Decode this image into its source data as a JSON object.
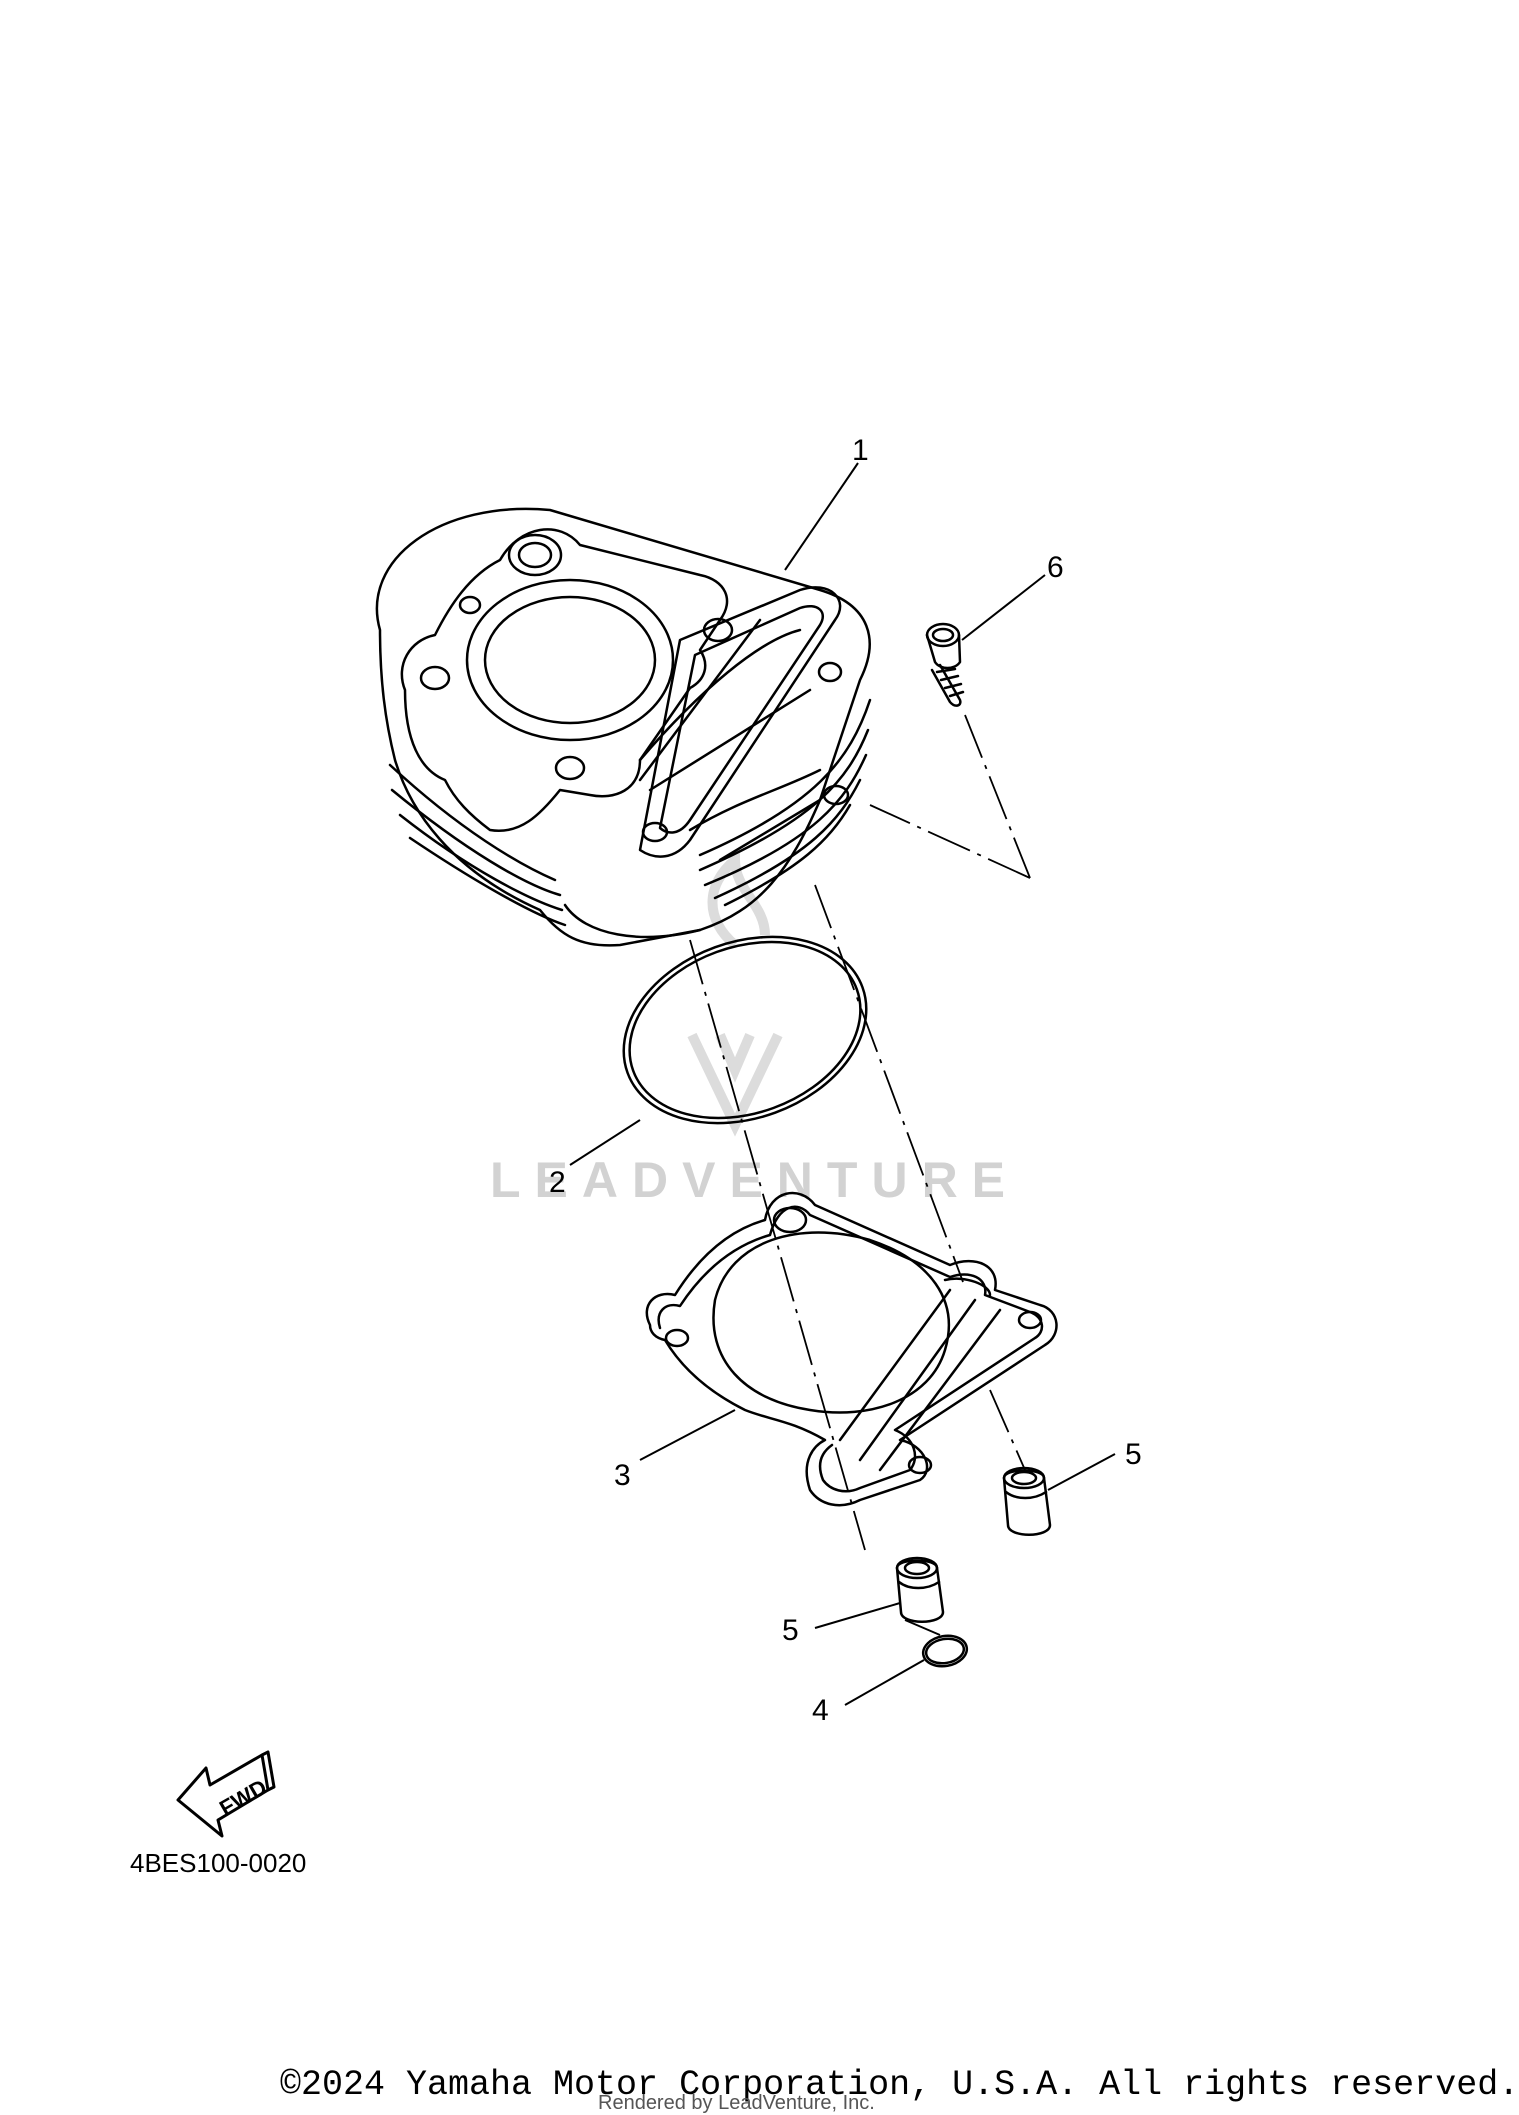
{
  "callouts": {
    "c1": "1",
    "c2": "2",
    "c3": "3",
    "c4": "4",
    "c5a": "5",
    "c5b": "5",
    "c6": "6"
  },
  "fwd_label": "FWD",
  "reference_code": "4BES100-0020",
  "watermark": {
    "text": "LEADVENTURE",
    "icon": "leadventure-logo-icon"
  },
  "footer": {
    "copyright": "©2024 Yamaha Motor Corporation, U.S.A. All rights reserved.",
    "rendered_by": "Rendered by LeadVenture, Inc."
  },
  "colors": {
    "line": "#000000",
    "watermark": "#d2d2d2",
    "background": "#ffffff"
  }
}
